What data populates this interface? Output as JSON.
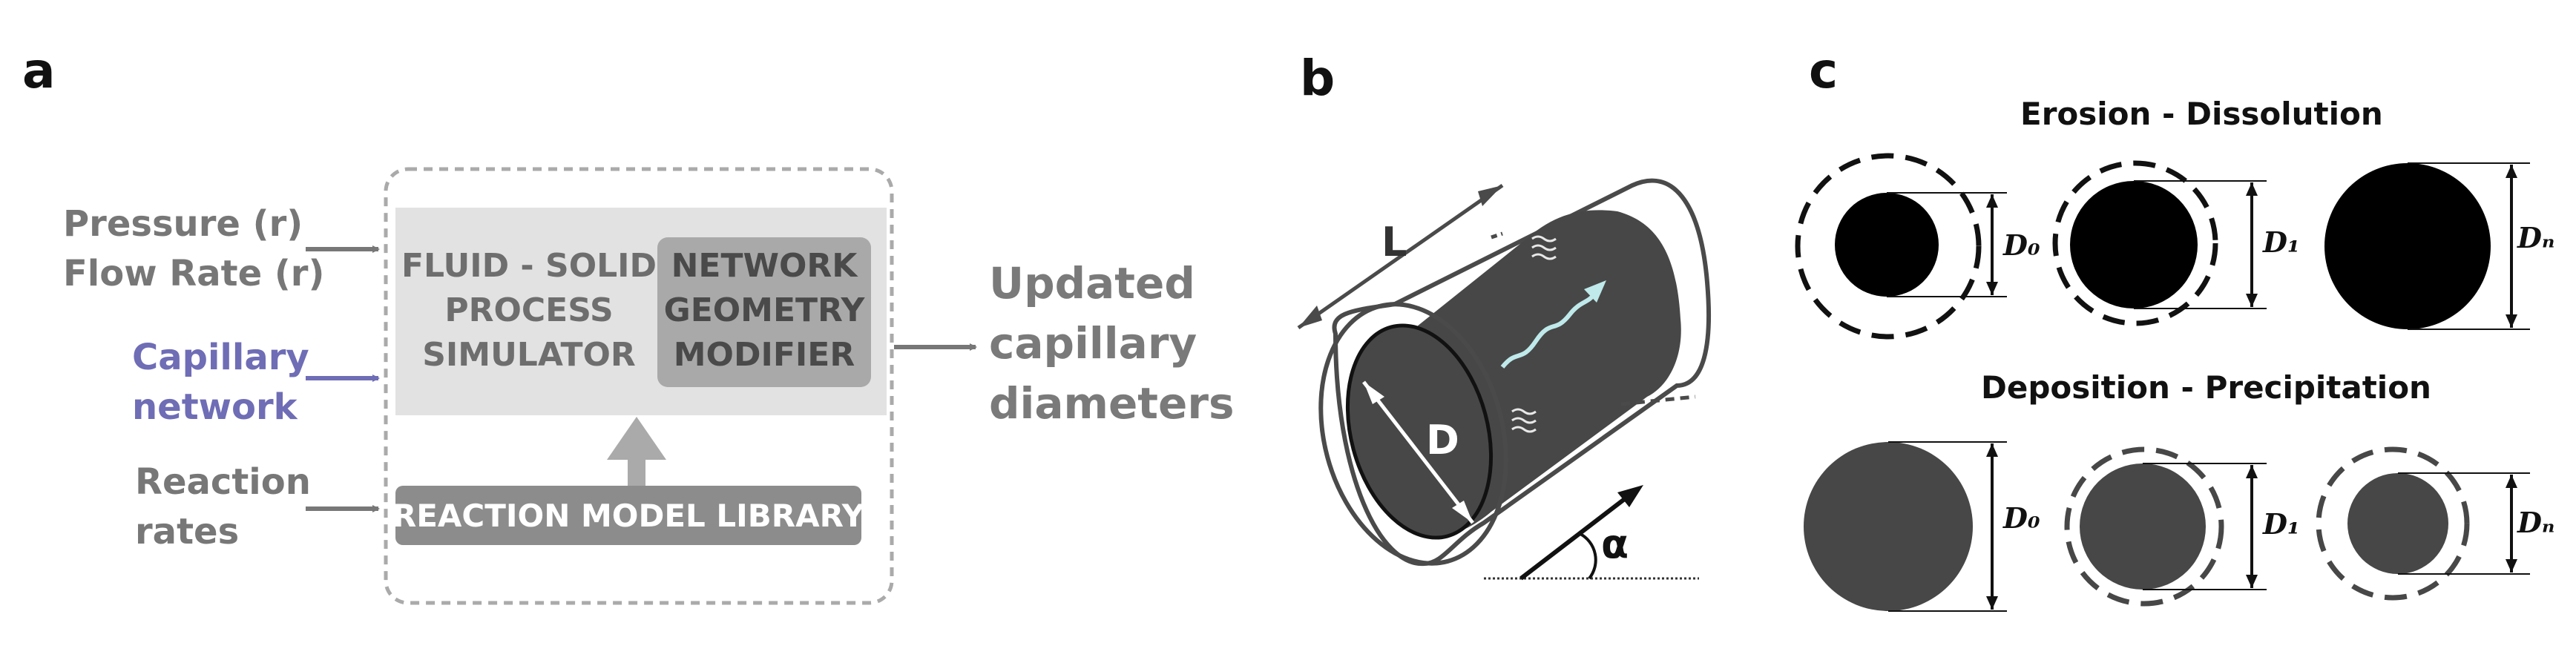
{
  "panels": {
    "a": "a",
    "b": "b",
    "c": "c"
  },
  "panel_a": {
    "inputs": [
      {
        "line1": "Pressure (r)",
        "line2": "Flow Rate (r)",
        "color": "#777777"
      },
      {
        "line1": "Capillary",
        "line2": "network",
        "color": "#6f6db5"
      },
      {
        "line1": "Reaction",
        "line2": "rates",
        "color": "#777777"
      }
    ],
    "simulator": [
      "FLUID - SOLID",
      "PROCESS",
      "SIMULATOR"
    ],
    "modifier": [
      "NETWORK",
      "GEOMETRY",
      "MODIFIER"
    ],
    "library": "REACTION MODEL LIBRARY",
    "output": [
      "Updated",
      "capillary",
      "diameters"
    ]
  },
  "panel_b": {
    "length_label": "L",
    "diameter_label": "D",
    "angle_label": "α",
    "colors": {
      "tube": "#474747",
      "flow_arrow": "#bfe9ea"
    }
  },
  "panel_c": {
    "erosion_title": "Erosion  -  Dissolution",
    "deposition_title": "Deposition - Precipitation",
    "erosion_labels": [
      "D₀",
      "D₁",
      "Dₙ"
    ],
    "deposition_labels": [
      "D₀",
      "D₁",
      "Dₙ"
    ],
    "colors": {
      "erosion": "#000000",
      "deposition": "#474747"
    }
  }
}
